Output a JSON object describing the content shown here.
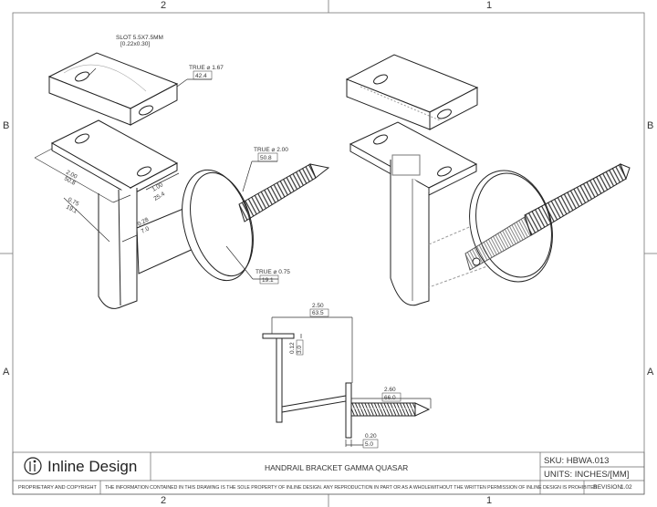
{
  "zones": {
    "top_left": "2",
    "top_right": "1",
    "bottom_left": "2",
    "bottom_right": "1",
    "left_upper": "B",
    "left_lower": "A",
    "right_upper": "B",
    "right_lower": "A"
  },
  "dims": {
    "slot": "SLOT 5.5X7.5MM",
    "slot_in": "[0.22x0.30]",
    "true167": "TRUE ⌀ 1.67",
    "true167_mm": "42.4",
    "true200": "TRUE ⌀ 2.00",
    "true200_mm": "50.8",
    "true075": "TRUE ⌀ 0.75",
    "true075_mm": "19.1",
    "d200": "2.00",
    "d200_mm": "50.8",
    "d100": "1.00",
    "d100_mm": "25.4",
    "d075": "0.75",
    "d075_mm": "19.1",
    "d028": "0.28",
    "d028_mm": "7.0",
    "d250": "2.50",
    "d250_mm": "63.5",
    "d012": "0.12",
    "d012_mm": "3.0",
    "d260": "2.60",
    "d260_mm": "66.0",
    "d020": "0.20",
    "d020_mm": "5.0"
  },
  "title_block": {
    "company": "Inline Design",
    "title": "HANDRAIL BRACKET GAMMA QUASAR",
    "sku": "SKU: HBWA.013",
    "units": "UNITS: INCHES/[MM]",
    "proprietary": "PROPRIETARY AND COPYRIGHT",
    "notice": "THE INFORMATION CONTAINED IN THIS DRAWING IS THE SOLE PROPERTY OF INLINE DESIGN.  ANY REPRODUCTION IN PART OR AS A WHOLEWITHOUT THE WRITTEN PERMISSION OF INLINE DESIGN IS PROHIBITED",
    "revision_label": "REVISION:",
    "revision": "1.02"
  }
}
